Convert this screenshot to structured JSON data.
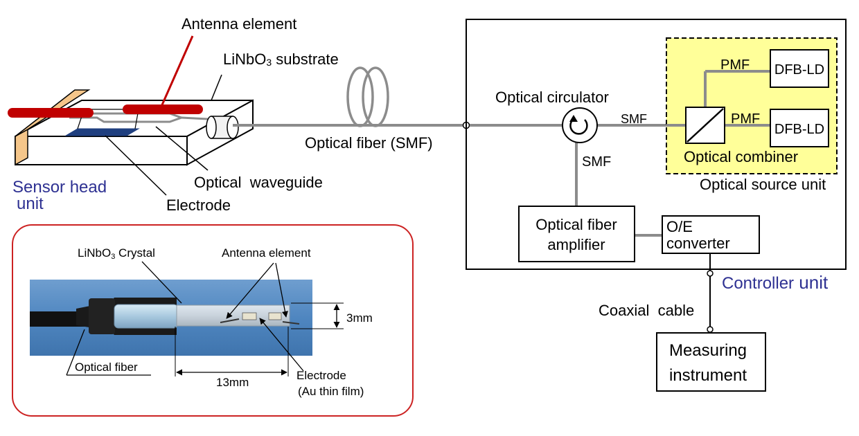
{
  "colors": {
    "fiber": "#8c8c8c",
    "antenna_red": "#c00000",
    "electrode_blue": "#1f3f7f",
    "source_unit_fill": "#ffff99",
    "panel_border": "#cc2222",
    "unit_label_blue": "#2e3192",
    "end_face": "#f5c68a"
  },
  "sensor_head": {
    "antenna_label": "Antenna element",
    "substrate_label_prefix": "LiNbO",
    "substrate_label_sub": "3",
    "substrate_label_suffix": " substrate",
    "waveguide_label": "Optical  waveguide",
    "electrode_label": "Electrode",
    "unit_label_line1": "Sensor head",
    "unit_label_line2": "unit"
  },
  "fiber_label": "Optical fiber (SMF)",
  "controller": {
    "circulator_label": "Optical circulator",
    "smf_label_1": "SMF",
    "smf_label_2": "SMF",
    "pmf_label_1": "PMF",
    "pmf_label_2": "PMF",
    "ld_1": "DFB-LD",
    "ld_2": "DFB-LD",
    "combiner_label": "Optical combiner",
    "source_unit_label": "Optical source unit",
    "amplifier_line1": "Optical fiber",
    "amplifier_line2": "amplifier",
    "oe_line1": "O/E",
    "oe_line2": "converter",
    "unit_label_word1": "Controller",
    "unit_label_word2": " unit"
  },
  "coax_label": "Coaxial  cable",
  "measuring_line1": "Measuring",
  "measuring_line2": "instrument",
  "photo": {
    "crystal_label_prefix": "LiNbO",
    "crystal_label_sub": "3",
    "crystal_label_suffix": " Crystal",
    "antenna_label": "Antenna element",
    "fiber_label": "Optical fiber",
    "height_label": "3mm",
    "length_label": "13mm",
    "electrode_line1": "Electrode",
    "electrode_line2": "(Au thin film)"
  }
}
